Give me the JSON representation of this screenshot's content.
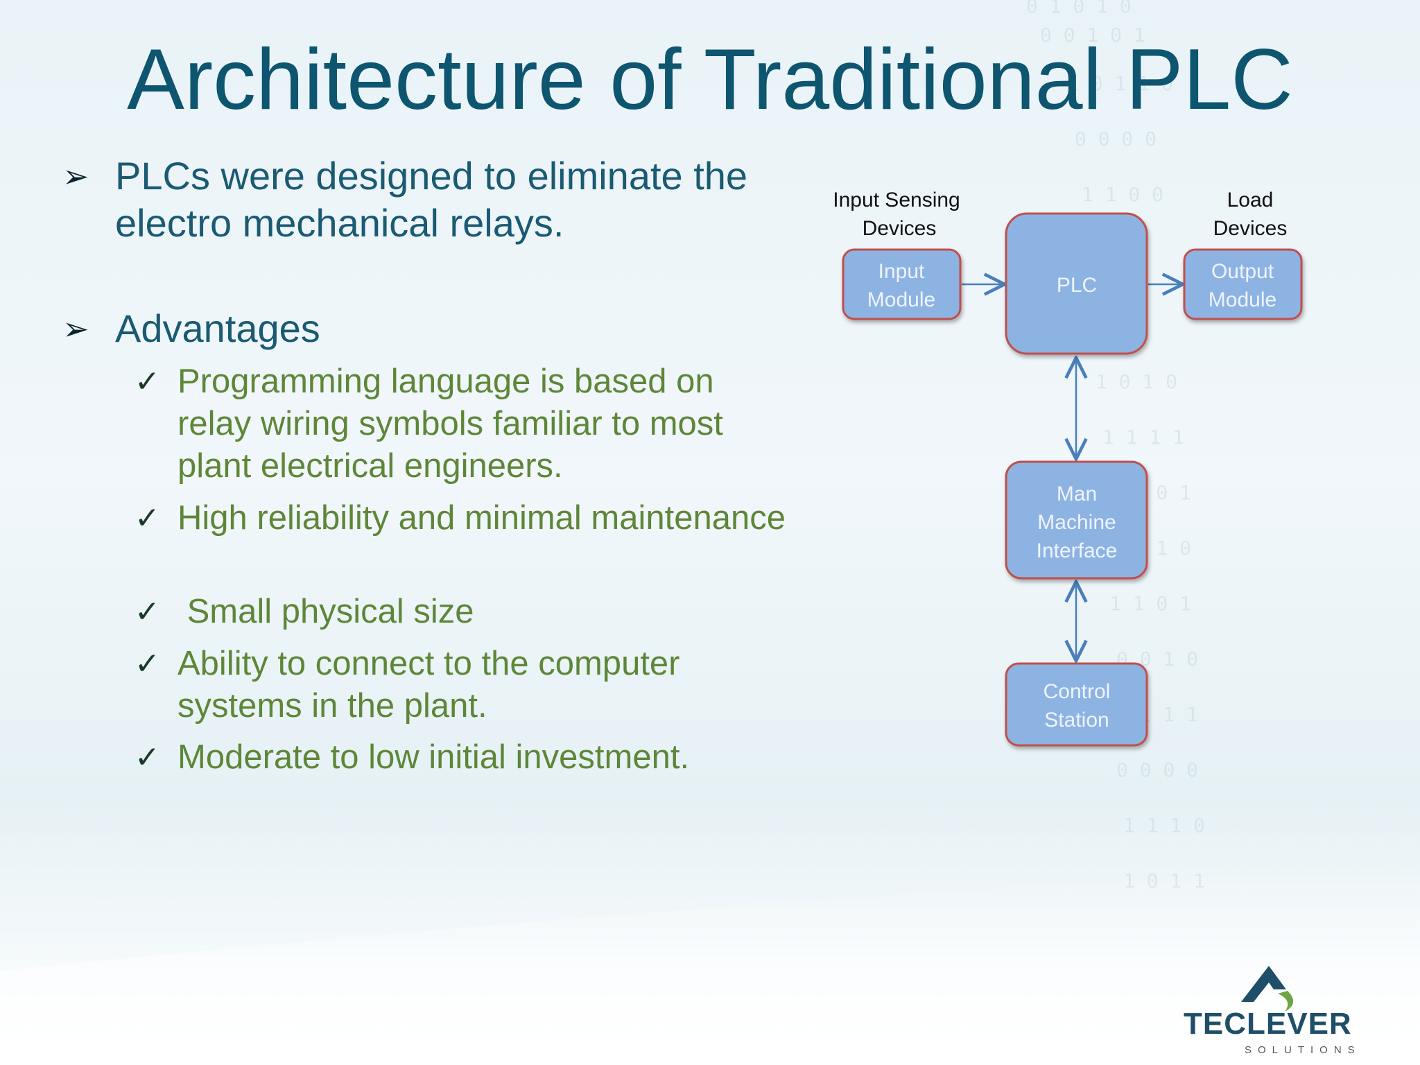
{
  "slide": {
    "title": "Architecture of Traditional PLC",
    "bullets": [
      {
        "text": "PLCs were designed to eliminate the electro mechanical relays."
      },
      {
        "text": "Advantages"
      }
    ],
    "advantages": [
      "Programming language is based on relay wiring symbols familiar to most plant electrical engineers.",
      "High reliability and minimal maintenance",
      " Small physical size",
      "Ability to connect to the computer systems in the plant.",
      "Moderate to low initial investment."
    ]
  },
  "diagram": {
    "captions": {
      "input_devices": [
        "Input Sensing",
        "Devices"
      ],
      "load_devices": [
        "Load",
        "Devices"
      ]
    },
    "boxes": {
      "input_module": [
        "Input",
        "Module"
      ],
      "plc": [
        "PLC"
      ],
      "output_module": [
        "Output",
        "Module"
      ],
      "mmi": [
        "Man",
        "Machine",
        "Interface"
      ],
      "control_station": [
        "Control",
        "Station"
      ]
    }
  },
  "logo": {
    "name": "TECLEVER",
    "tagline": "SOLUTIONS"
  },
  "colors": {
    "title": "#0e5570",
    "bullet_text": "#1a5a72",
    "sub_bullet_text": "#5e8638",
    "box_fill": "#8db3e2",
    "box_border": "#c0504d",
    "arrow": "#4a7ebb"
  },
  "icons": [
    "arrow-bullet-icon",
    "checkmark-icon",
    "teclever-logo"
  ]
}
